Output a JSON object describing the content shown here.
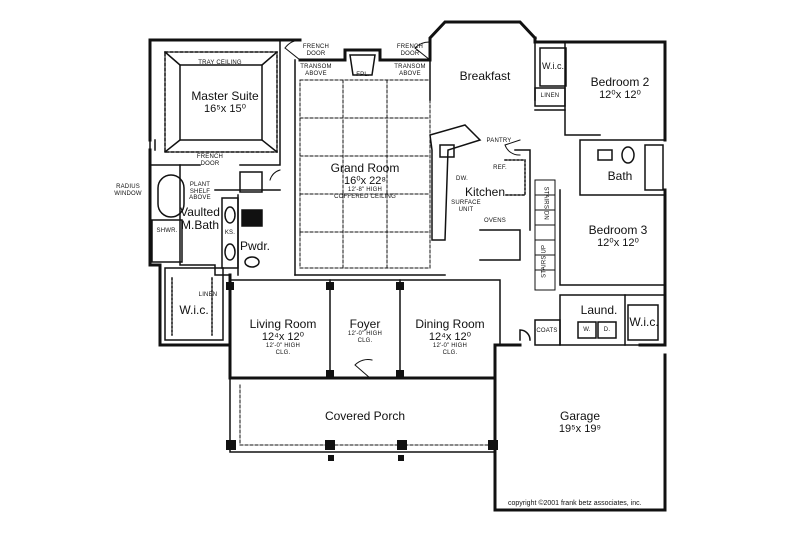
{
  "rooms": {
    "master_suite": {
      "name": "Master Suite",
      "dim": "16⁵x 15⁰"
    },
    "grand_room": {
      "name": "Grand Room",
      "dim": "16⁰x 22⁸",
      "note1": "12'-8\" HIGH",
      "note2": "COFFERED CEILING"
    },
    "breakfast": {
      "name": "Breakfast"
    },
    "bedroom2": {
      "name": "Bedroom 2",
      "dim": "12⁰x 12⁰"
    },
    "bedroom3": {
      "name": "Bedroom 3",
      "dim": "12⁰x 12⁰"
    },
    "kitchen": {
      "name": "Kitchen"
    },
    "bath": {
      "name": "Bath"
    },
    "vaulted_bath": {
      "name1": "Vaulted",
      "name2": "M.Bath"
    },
    "pwdr": {
      "name": "Pwdr."
    },
    "wic_master": {
      "name": "W.i.c."
    },
    "wic_bed2": {
      "name": "W.i.c."
    },
    "wic_laund": {
      "name": "W.i.c."
    },
    "living_room": {
      "name": "Living Room",
      "dim": "12⁴x 12⁰",
      "note1": "12'-0\" HIGH",
      "note2": "CLG."
    },
    "foyer": {
      "name": "Foyer",
      "note1": "12'-0\" HIGH",
      "note2": "CLG."
    },
    "dining_room": {
      "name": "Dining Room",
      "dim": "12⁴x 12⁰",
      "note1": "12'-0\" HIGH",
      "note2": "CLG."
    },
    "covered_porch": {
      "name": "Covered Porch"
    },
    "garage": {
      "name": "Garage",
      "dim": "19⁵x 19⁹"
    },
    "laund": {
      "name": "Laund."
    }
  },
  "labels": {
    "tray_ceiling": "TRAY CEILING",
    "french_door_left_1": "FRENCH",
    "french_door_left_2": "DOOR",
    "transom_left_1": "TRANSOM",
    "transom_left_2": "ABOVE",
    "french_door_right_1": "FRENCH",
    "french_door_right_2": "DOOR",
    "transom_right_1": "TRANSOM",
    "transom_right_2": "ABOVE",
    "fpl": "FPL.",
    "french_door_mid_1": "FRENCH",
    "french_door_mid_2": "DOOR",
    "plant_shelf_1": "PLANT",
    "plant_shelf_2": "SHELF",
    "plant_shelf_3": "ABOVE",
    "radius_window_1": "RADIUS",
    "radius_window_2": "WINDOW",
    "shwr": "SHWR.",
    "ks": "KS.",
    "linen_master": "LINEN",
    "linen_bed2": "LINEN",
    "pantry": "PANTRY",
    "ref": "REF.",
    "dw": "DW.",
    "surface_unit_1": "SURFACE",
    "surface_unit_2": "UNIT",
    "ovens": "OVENS",
    "stairs_dn": "STAIRS DN",
    "stairs_up": "STAIRS UP",
    "coats": "COATS",
    "w": "W.",
    "d": "D."
  },
  "copyright": "copyright ©2001 frank betz associates, inc."
}
